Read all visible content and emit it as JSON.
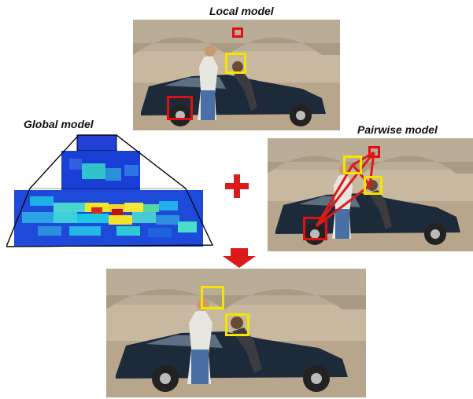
{
  "labels": {
    "local": "Local model",
    "global": "Global model",
    "pairwise": "Pairwise model"
  },
  "colors": {
    "root_filter": "#e01010",
    "part_filter": "#f5e400",
    "arrow": "#dd1a1a",
    "heatmap_low": "#1f3fd8",
    "heatmap_high": "#c01010"
  },
  "operators": {
    "plus": "+",
    "down_arrow": "down-arrow-icon"
  }
}
